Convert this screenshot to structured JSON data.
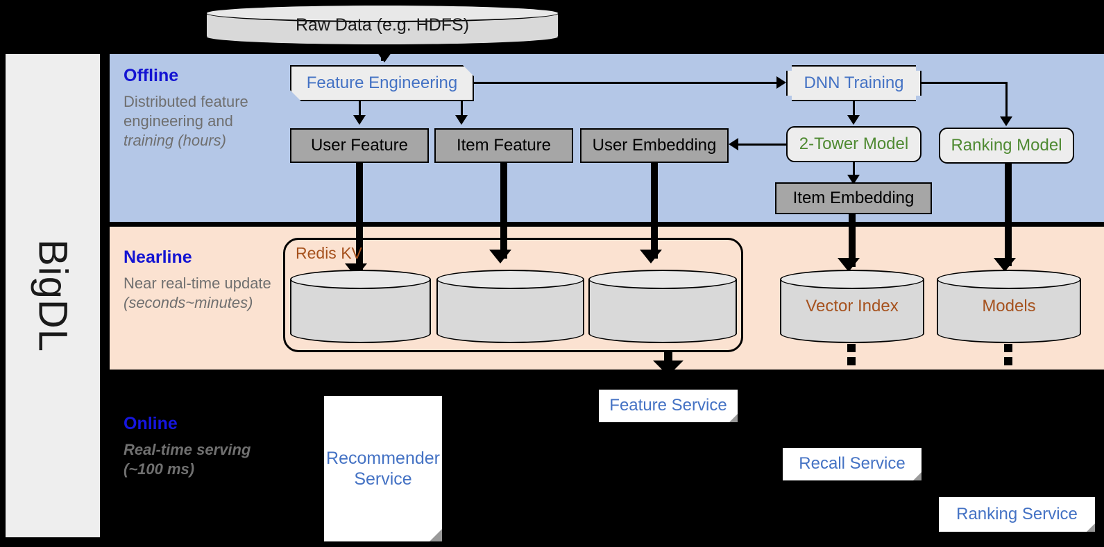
{
  "platform": {
    "name": "BigDL"
  },
  "bands": [
    {
      "id": "offline",
      "title": "Offline",
      "subtitle": "Distributed feature engineering and ",
      "subtitle_em": "training (hours)"
    },
    {
      "id": "nearline",
      "title": "Nearline",
      "subtitle": "Near real-time update ",
      "subtitle_em": "(seconds~minutes)"
    },
    {
      "id": "online",
      "title": "Online",
      "subtitle": "Real-time serving ",
      "subtitle_em": "(~100 ms)"
    }
  ],
  "source": {
    "raw_data": "Raw Data (e.g. HDFS)"
  },
  "offline": {
    "feature_engineering": "Feature Engineering",
    "dnn_training": "DNN Training",
    "user_feature": "User Feature",
    "item_feature": "Item Feature",
    "user_embedding": "User Embedding",
    "two_tower_model": "2-Tower Model",
    "ranking_model": "Ranking Model",
    "item_embedding": "Item Embedding"
  },
  "nearline": {
    "redis_group": "Redis KV",
    "stores": [
      "",
      "",
      ""
    ],
    "vector_index": "Vector Index",
    "models": "Models"
  },
  "online": {
    "recommender_service": "Recommender Service",
    "feature_service": "Feature Service",
    "recall_service": "Recall Service",
    "ranking_service": "Ranking Service"
  },
  "colors": {
    "offline_band": "#b4c7e7",
    "nearline_band": "#fbe2d1",
    "online_band": "#000000",
    "band_title": "#1414d2",
    "process_text": "#4472c4",
    "model_text": "#4f8a32",
    "store_text": "#a6521e",
    "data_box": "#a6a6a6"
  }
}
